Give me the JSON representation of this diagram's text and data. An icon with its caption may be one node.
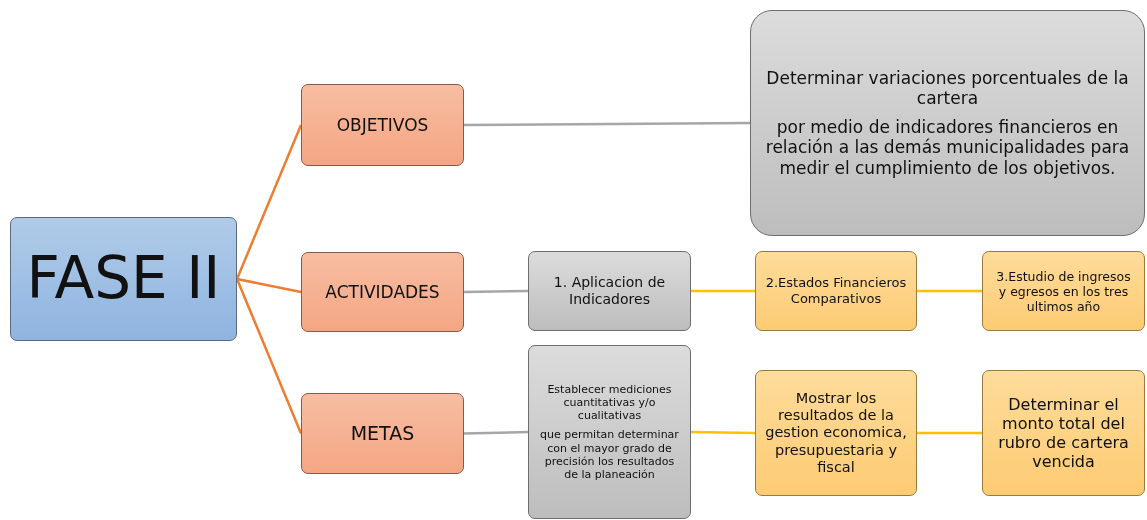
{
  "diagram": {
    "nodes": [
      {
        "text": [
          "FASE II"
        ]
      },
      {
        "text": [
          "OBJETIVOS"
        ]
      },
      {
        "text": [
          "ACTIVIDADES"
        ]
      },
      {
        "text": [
          "METAS"
        ]
      },
      {
        "text": [
          "Determinar variaciones porcentuales de la cartera",
          "por medio de indicadores financieros en relación a las demás municipalidades para medir el cumplimiento de los objetivos."
        ]
      },
      {
        "text": [
          "1. Aplicacion de Indicadores"
        ]
      },
      {
        "text": [
          "2.Estados Financieros Comparativos"
        ]
      },
      {
        "text": [
          "3.Estudio de ingresos y egresos en los tres ultimos año"
        ]
      },
      {
        "text": [
          "Establecer mediciones cuantitativas y/o cualitativas",
          "que permitan determinar con el mayor grado de precisión los resultados de la planeación"
        ]
      },
      {
        "text": [
          "Mostrar los resultados de la gestion economica, presupuestaria y fiscal"
        ]
      },
      {
        "text": [
          "Determinar el monto total del rubro de cartera vencida"
        ]
      }
    ],
    "edges": [
      {
        "from": 0,
        "to": 1,
        "arrow": "none",
        "color": "#ed7d31"
      },
      {
        "from": 0,
        "to": 2,
        "arrow": "none",
        "color": "#ed7d31"
      },
      {
        "from": 0,
        "to": 3,
        "arrow": "none",
        "color": "#ed7d31"
      },
      {
        "from": 1,
        "to": 4,
        "arrow": "none",
        "color": "#a6a6a6"
      },
      {
        "from": 2,
        "to": 5,
        "arrow": "none",
        "color": "#a6a6a6"
      },
      {
        "from": 3,
        "to": 8,
        "arrow": "none",
        "color": "#a6a6a6"
      },
      {
        "from": 5,
        "to": 6,
        "arrow": "none"
      },
      {
        "from": 6,
        "to": 7,
        "arrow": "none"
      },
      {
        "from": 8,
        "to": 9,
        "arrow": "none"
      },
      {
        "from": 9,
        "to": 10,
        "arrow": "none"
      }
    ]
  }
}
